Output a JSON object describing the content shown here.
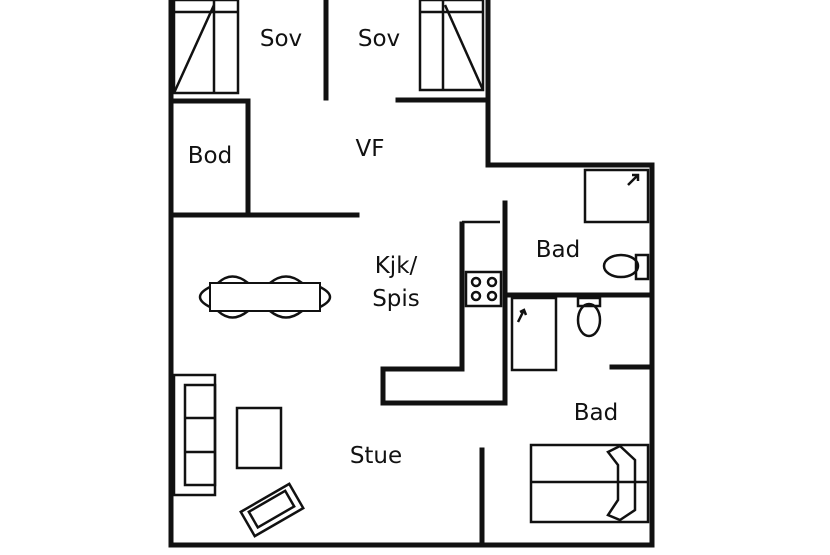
{
  "rooms": {
    "sov1": "Sov",
    "sov2": "Sov",
    "bod": "Bod",
    "vf": "VF",
    "kjk_line1": "Kjk/",
    "kjk_line2": "Spis",
    "bad1": "Bad",
    "bad2": "Bad",
    "stue": "Stue"
  }
}
